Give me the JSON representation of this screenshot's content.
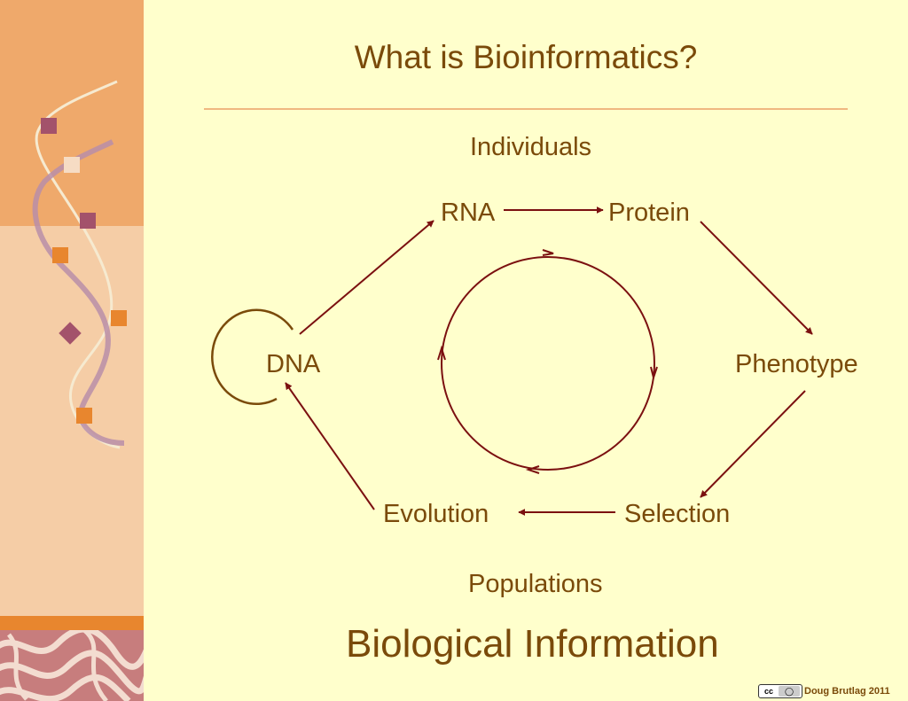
{
  "slide": {
    "title": "What is Bioinformatics?",
    "subtitle": "Biological Information",
    "credit": "Doug Brutlag 2011",
    "license_icon": "cc-by-icon"
  },
  "diagram": {
    "top_label": "Individuals",
    "bottom_label": "Populations",
    "nodes": {
      "rna": "RNA",
      "protein": "Protein",
      "dna": "DNA",
      "phenotype": "Phenotype",
      "evolution": "Evolution",
      "selection": "Selection"
    },
    "edges": [
      [
        "DNA",
        "RNA"
      ],
      [
        "RNA",
        "Protein"
      ],
      [
        "Protein",
        "Phenotype"
      ],
      [
        "Phenotype",
        "Selection"
      ],
      [
        "Selection",
        "Evolution"
      ],
      [
        "Evolution",
        "DNA"
      ],
      [
        "DNA",
        "DNA"
      ]
    ],
    "center_cycle": "clockwise",
    "arrow_color": "#7b1010",
    "text_color": "#7a4a0a",
    "background_color": "#ffffcc"
  }
}
